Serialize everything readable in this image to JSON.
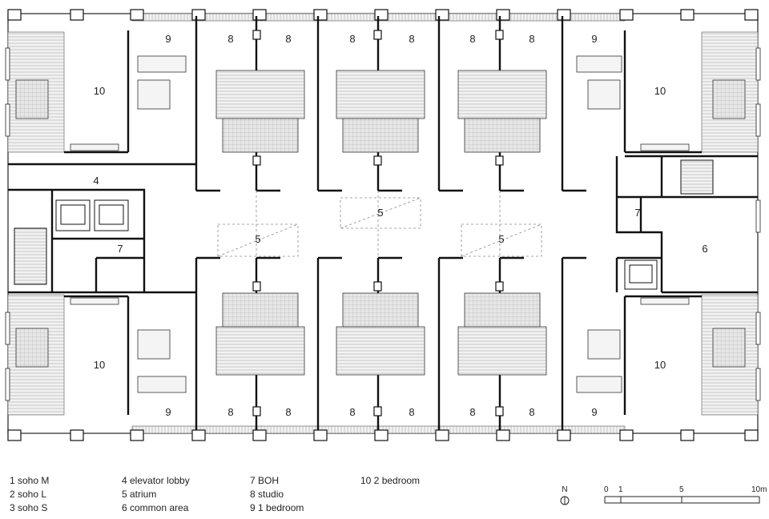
{
  "rooms": {
    "r9_tl": "9",
    "r8_t1": "8",
    "r8_t2": "8",
    "r8_t3": "8",
    "r8_t4": "8",
    "r8_t5": "8",
    "r8_t6": "8",
    "r9_tr": "9",
    "r10_tl": "10",
    "r10_tr": "10",
    "r4": "4",
    "r5_mid": "5",
    "r5_left": "5",
    "r5_right": "5",
    "r7_left": "7",
    "r7_right": "7",
    "r6": "6",
    "r10_bl": "10",
    "r10_br": "10",
    "r9_bl": "9",
    "r8_b1": "8",
    "r8_b2": "8",
    "r8_b3": "8",
    "r8_b4": "8",
    "r8_b5": "8",
    "r8_b6": "8",
    "r9_br": "9"
  },
  "legend": {
    "col1": [
      "1 soho M",
      "2 soho L",
      "3 soho S"
    ],
    "col2": [
      "4 elevator lobby",
      "5 atrium",
      "6 common area"
    ],
    "col3": [
      "7 BOH",
      "8 studio",
      "9 1 bedroom"
    ],
    "col4": [
      "10 2 bedroom"
    ]
  },
  "north": {
    "label": "N"
  },
  "scale": {
    "t0": "0",
    "t1": "1",
    "t5": "5",
    "t10": "10m"
  }
}
